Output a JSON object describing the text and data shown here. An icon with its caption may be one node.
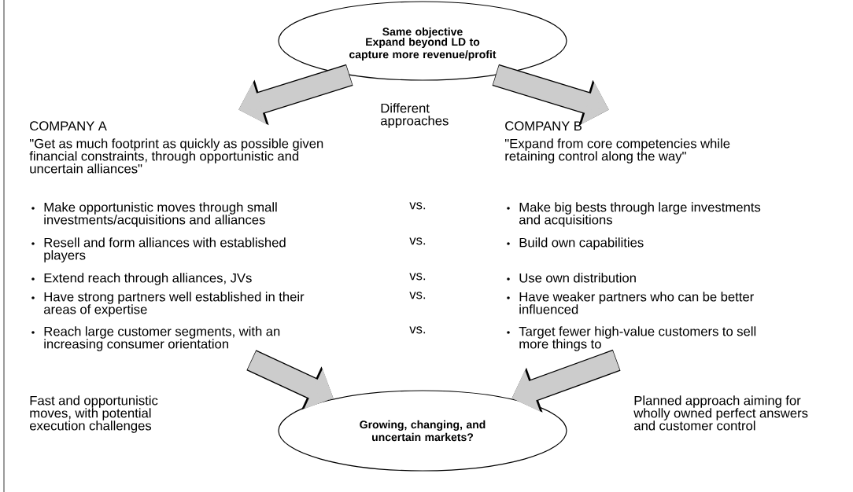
{
  "diagram": {
    "nodes": [
      {
        "text": [
          "Same objective",
          "Expand beyond LD to capture more revenue/profit"
        ]
      },
      {
        "text": [
          "COMPANY A",
          "\"Get as much footprint as quickly as possible given financial constraints, through opportunistic and uncertain alliances\"",
          "Make opportunistic moves through small investments/acquisitions and alliances",
          "Resell and form alliances with established players",
          "Extend reach through alliances, JVs",
          "Have strong partners well established in their areas of expertise",
          "Reach large customer segments, with an increasing consumer orientation"
        ]
      },
      {
        "text": [
          "COMPANY B",
          "\"Expand from core competencies while retaining control along the way\"",
          "Make big bests through large investments and acquisitions",
          "Build own capabilities",
          "Use own distribution",
          "Have weaker partners who can be better influenced",
          "Target fewer high-value customers to sell more things to"
        ]
      },
      {
        "text": [
          "Growing, changing, and uncertain markets?"
        ]
      }
    ],
    "edges": [
      {
        "from": 0,
        "to": 1,
        "arrow": "to"
      },
      {
        "from": 0,
        "to": 2,
        "arrow": "to"
      },
      {
        "from": 1,
        "to": 3,
        "arrow": "to"
      },
      {
        "from": 2,
        "to": 3,
        "arrow": "to"
      }
    ],
    "labels": [
      "Different approaches",
      "vs.",
      "vs.",
      "vs.",
      "vs.",
      "vs.",
      "Fast and opportunistic moves, with potential execution challenges",
      "Planned approach aiming for wholly owned perfect answers and customer control"
    ]
  }
}
